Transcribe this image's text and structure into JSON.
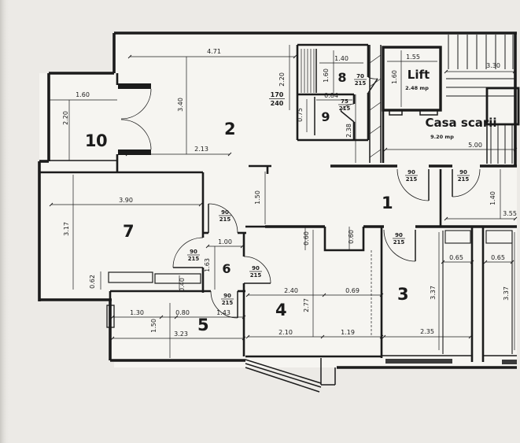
{
  "paper_color": "#eceae6",
  "ink_color": "#1b1b1b",
  "rooms": {
    "r1": "1",
    "r2": "2",
    "r3": "3",
    "r4": "4",
    "r5": "5",
    "r6": "6",
    "r7": "7",
    "r8": "8",
    "r9": "9",
    "r10": "10"
  },
  "lift": {
    "label": "Lift",
    "area": "2.48 mp"
  },
  "staircase": {
    "label": "Casa scarii",
    "area": "9.20 mp"
  },
  "doors": {
    "d90": {
      "w": "90",
      "h": "215"
    },
    "d70": {
      "w": "70",
      "h": "215"
    },
    "d75": {
      "w": "75",
      "h": "215"
    },
    "d170": {
      "w": "170",
      "h": "240"
    }
  },
  "dims": {
    "r10_w": "1.60",
    "r10_h": "2.20",
    "r2_w": "4.71",
    "r2_h": "3.40",
    "r2_w2": "2.13",
    "r2_shaft_h": "2.20",
    "r2_pass_h": "2.38",
    "r2_opening": "1.50",
    "r8_w": "1.40",
    "r8_h": "1.60",
    "r9_w": "0.84",
    "r9_h": "0.75",
    "lift_w": "1.55",
    "lift_h": "1.60",
    "stair_w": "5.00",
    "stair_flight": "3.30",
    "r7_w": "3.90",
    "r7_h": "3.17",
    "r7_d1": "0.62",
    "nook": "0.40",
    "r6_w": "1.00",
    "r6_h": "1.63",
    "niche_d1": "0.60",
    "niche_d2": "0.60",
    "r5_d1": "1.30",
    "r5_d2": "0.80",
    "r5_d3": "1.43",
    "r5_h": "1.50",
    "r5_w": "3.23",
    "r4_w1": "2.40",
    "r4_w2": "0.69",
    "r4_h": "2.77",
    "r4_b1": "2.10",
    "r4_b2": "1.19",
    "r3_closet": "0.65",
    "r3_h": "3.37",
    "r3_w": "2.35",
    "rr_closet": "0.65",
    "rr_h": "3.37",
    "vest_h": "1.40",
    "vest_w": "3.55"
  }
}
